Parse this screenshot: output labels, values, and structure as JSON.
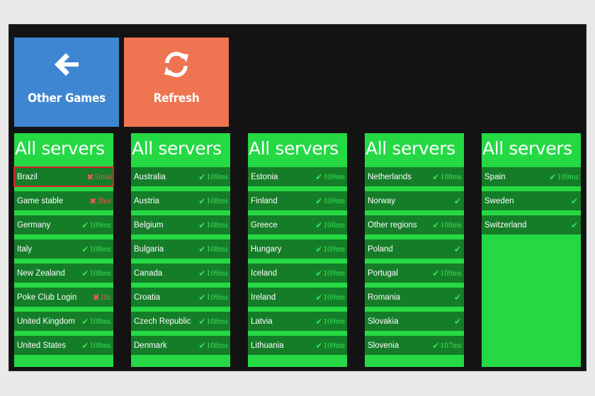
{
  "tiles": {
    "other_games": {
      "label": "Other Games",
      "icon": "arrow-left-icon",
      "color": "#3f86d2"
    },
    "refresh": {
      "label": "Refresh",
      "icon": "refresh-icon",
      "color": "#ef7451"
    }
  },
  "colors": {
    "column_bg": "#24d944",
    "row_bg": "#157d28",
    "ok": "#36e35a",
    "bad": "#ef5a4a",
    "selected_outline": "#e0202a"
  },
  "columns": [
    {
      "title": "All servers",
      "rows": [
        {
          "name": "Brazil",
          "ping": "5min",
          "status": "bad",
          "selected": true
        },
        {
          "name": "Game stable",
          "ping": "2hrs",
          "status": "bad"
        },
        {
          "name": "Germany",
          "ping": "109ms",
          "status": "ok"
        },
        {
          "name": "Italy",
          "ping": "108ms",
          "status": "ok"
        },
        {
          "name": "New Zealand",
          "ping": "108ms",
          "status": "ok"
        },
        {
          "name": "Poke Club Login",
          "ping": "1hr",
          "status": "bad"
        },
        {
          "name": "United Kingdom",
          "ping": "108ms",
          "status": "ok"
        },
        {
          "name": "United States",
          "ping": "108ms",
          "status": "ok"
        }
      ]
    },
    {
      "title": "All servers",
      "rows": [
        {
          "name": "Australia",
          "ping": "109ms",
          "status": "ok"
        },
        {
          "name": "Austria",
          "ping": "108ms",
          "status": "ok"
        },
        {
          "name": "Belgium",
          "ping": "108ms",
          "status": "ok"
        },
        {
          "name": "Bulgaria",
          "ping": "108ms",
          "status": "ok"
        },
        {
          "name": "Canada",
          "ping": "109ms",
          "status": "ok"
        },
        {
          "name": "Croatia",
          "ping": "109ms",
          "status": "ok"
        },
        {
          "name": "Czech Republic",
          "ping": "108ms",
          "status": "ok"
        },
        {
          "name": "Denmark",
          "ping": "108ms",
          "status": "ok"
        }
      ]
    },
    {
      "title": "All servers",
      "rows": [
        {
          "name": "Estonia",
          "ping": "109ms",
          "status": "ok"
        },
        {
          "name": "Finland",
          "ping": "109ms",
          "status": "ok"
        },
        {
          "name": "Greece",
          "ping": "108ms",
          "status": "ok"
        },
        {
          "name": "Hungary",
          "ping": "109ms",
          "status": "ok"
        },
        {
          "name": "Iceland",
          "ping": "109ms",
          "status": "ok"
        },
        {
          "name": "Ireland",
          "ping": "109ms",
          "status": "ok"
        },
        {
          "name": "Latvia",
          "ping": "109ms",
          "status": "ok"
        },
        {
          "name": "Lithuania",
          "ping": "109ms",
          "status": "ok"
        }
      ]
    },
    {
      "title": "All servers",
      "rows": [
        {
          "name": "Netherlands",
          "ping": "108ms",
          "status": "ok"
        },
        {
          "name": "Norway",
          "ping": "",
          "status": "ok"
        },
        {
          "name": "Other regions",
          "ping": "108ms",
          "status": "ok"
        },
        {
          "name": "Poland",
          "ping": "",
          "status": "ok"
        },
        {
          "name": "Portugal",
          "ping": "109ms",
          "status": "ok"
        },
        {
          "name": "Romania",
          "ping": "",
          "status": "ok"
        },
        {
          "name": "Slovakia",
          "ping": "",
          "status": "ok"
        },
        {
          "name": "Slovenia",
          "ping": "107ms",
          "status": "ok"
        }
      ]
    },
    {
      "title": "All servers",
      "rows": [
        {
          "name": "Spain",
          "ping": "109ms",
          "status": "ok"
        },
        {
          "name": "Sweden",
          "ping": "",
          "status": "ok"
        },
        {
          "name": "Switzerland",
          "ping": "",
          "status": "ok"
        }
      ]
    }
  ]
}
